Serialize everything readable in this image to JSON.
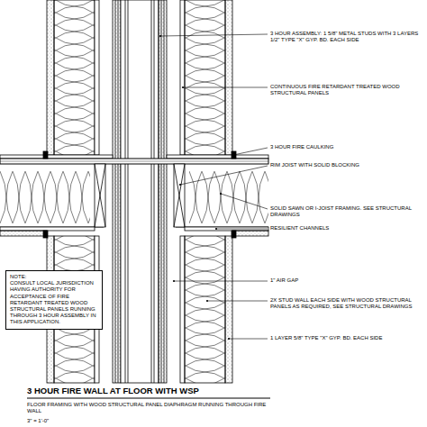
{
  "diagram": {
    "title": "3 HOUR FIRE WALL AT FLOOR WITH WSP",
    "nodes": [
      {
        "text": [
          "NOTE:",
          "CONSULT LOCAL JURISDICTION HAVING AUTHORITY FOR ACCEPTANCE OF FIRE RETARDANT TREATED WOOD STRUCTURAL PANELS RUNNING THROUGH 3 HOUR ASSEMBLY IN THIS APPLICATION."
        ]
      }
    ],
    "labels": [
      "3 HOUR ASSEMBLY: 1 5/8\" METAL STUDS WITH 3 LAYERS 1/2\" TYPE \"X\" GYP. BD. EACH SIDE",
      "CONTINUOUS FIRE RETARDANT TREATED WOOD STRUCTURAL PANELS",
      "3 HOUR FIRE CAULKING",
      "RIM JOIST WITH SOLID BLOCKING",
      "SOLID SAWN OR I-JOIST FRAMING. SEE STRUCTURAL DRAWINGS",
      "RESILIENT CHANNELS",
      "1\" AIR GAP",
      "2X STUD WALL EACH SIDE WITH WOOD STRUCTURAL PANELS AS REQUIRED, SEE STRUCTURAL DRAWINGS",
      "1 LAYER 5/8\" TYPE \"X\" GYP. BD. EACH SIDE",
      "FLOOR FRAMING WITH WOOD STRUCTURAL PANEL DIAPHRAGM RUNNING THROUGH FIRE WALL",
      "3\" = 1'-0\""
    ]
  }
}
